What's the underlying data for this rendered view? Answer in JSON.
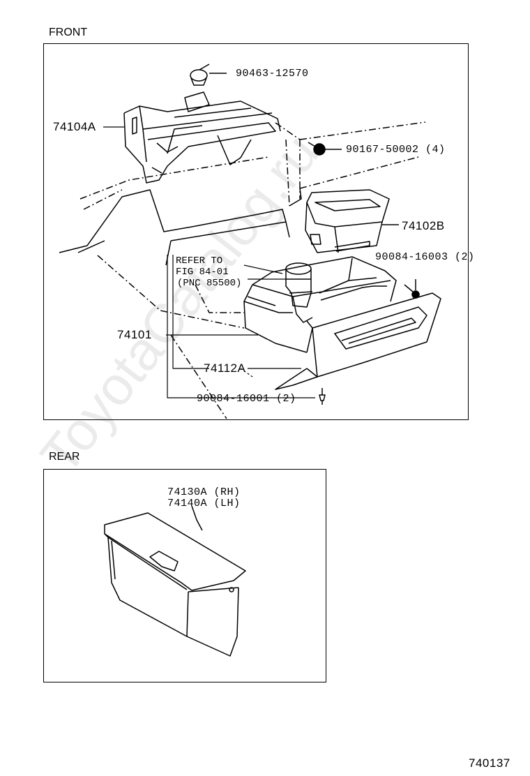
{
  "sections": {
    "front_label": "FRONT",
    "rear_label": "REAR"
  },
  "front_parts": {
    "p_9046312570": "90463-12570",
    "p_74104A": "74104A",
    "p_9016750002": "90167-50002 (4)",
    "p_74102B": "74102B",
    "p_9008416003": "90084-16003 (2)",
    "ref_line1": "REFER TO",
    "ref_line2": "FIG 84-01",
    "ref_line3": "(PNC 85500)",
    "p_74101": "74101",
    "p_74112A": "74112A",
    "p_9008416001": "90084-16001 (2)"
  },
  "rear_parts": {
    "p_74130A": "74130A (RH)",
    "p_74140A": "74140A (LH)"
  },
  "figure_id": "740137",
  "watermark": "ToyotaCatalog.ru"
}
